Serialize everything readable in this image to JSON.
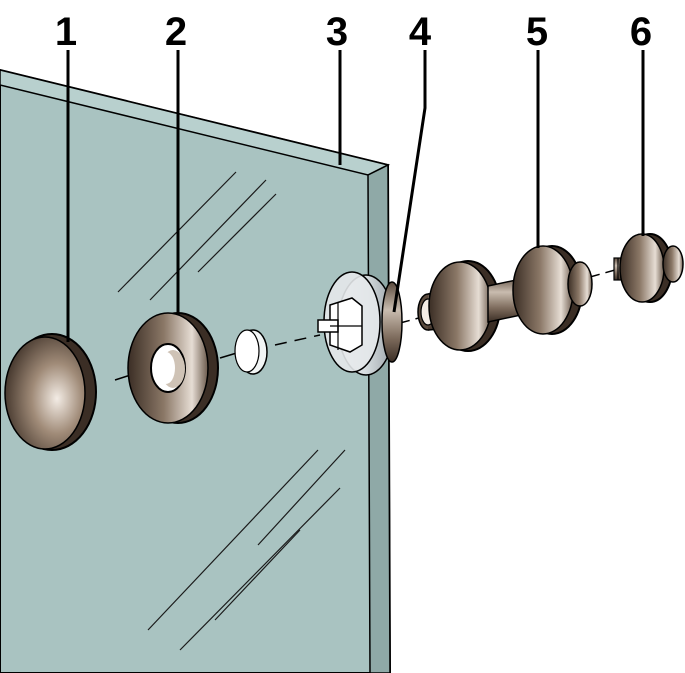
{
  "callouts": [
    {
      "id": "1",
      "label": "1"
    },
    {
      "id": "2",
      "label": "2"
    },
    {
      "id": "3",
      "label": "3"
    },
    {
      "id": "4",
      "label": "4"
    },
    {
      "id": "5",
      "label": "5"
    },
    {
      "id": "6",
      "label": "6"
    }
  ],
  "colors": {
    "glass": "#a9c3c1",
    "glass_edge": "#8fa9a7",
    "metal_dark": "#4a3a2e",
    "metal_mid": "#8b7867",
    "metal_light": "#e6ddd4",
    "bushing": "#d8dde0",
    "line": "#000000"
  }
}
